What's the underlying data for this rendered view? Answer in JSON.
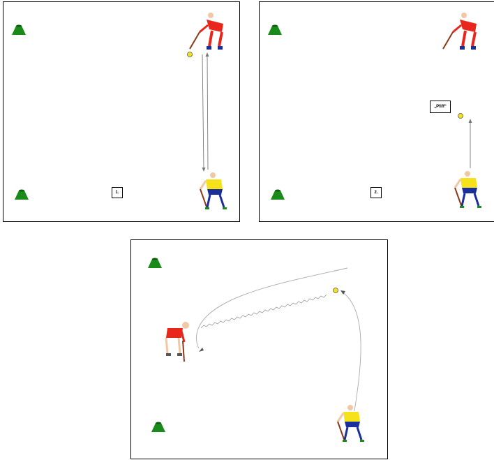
{
  "panels": [
    {
      "step_label": "1."
    },
    {
      "step_label": "2.",
      "call_label": "„Pfiff“"
    },
    {}
  ],
  "colors": {
    "cone": "#1a8a1a",
    "ball": "#f5e21a",
    "attacker_shirt": "#e8261c",
    "defender_shirt": "#f5e21a",
    "defender_shorts": "#1b2f9c",
    "arrow": "#777777"
  },
  "icons": [
    "cone-icon",
    "ball-icon",
    "red-player-icon",
    "yellow-player-icon"
  ]
}
